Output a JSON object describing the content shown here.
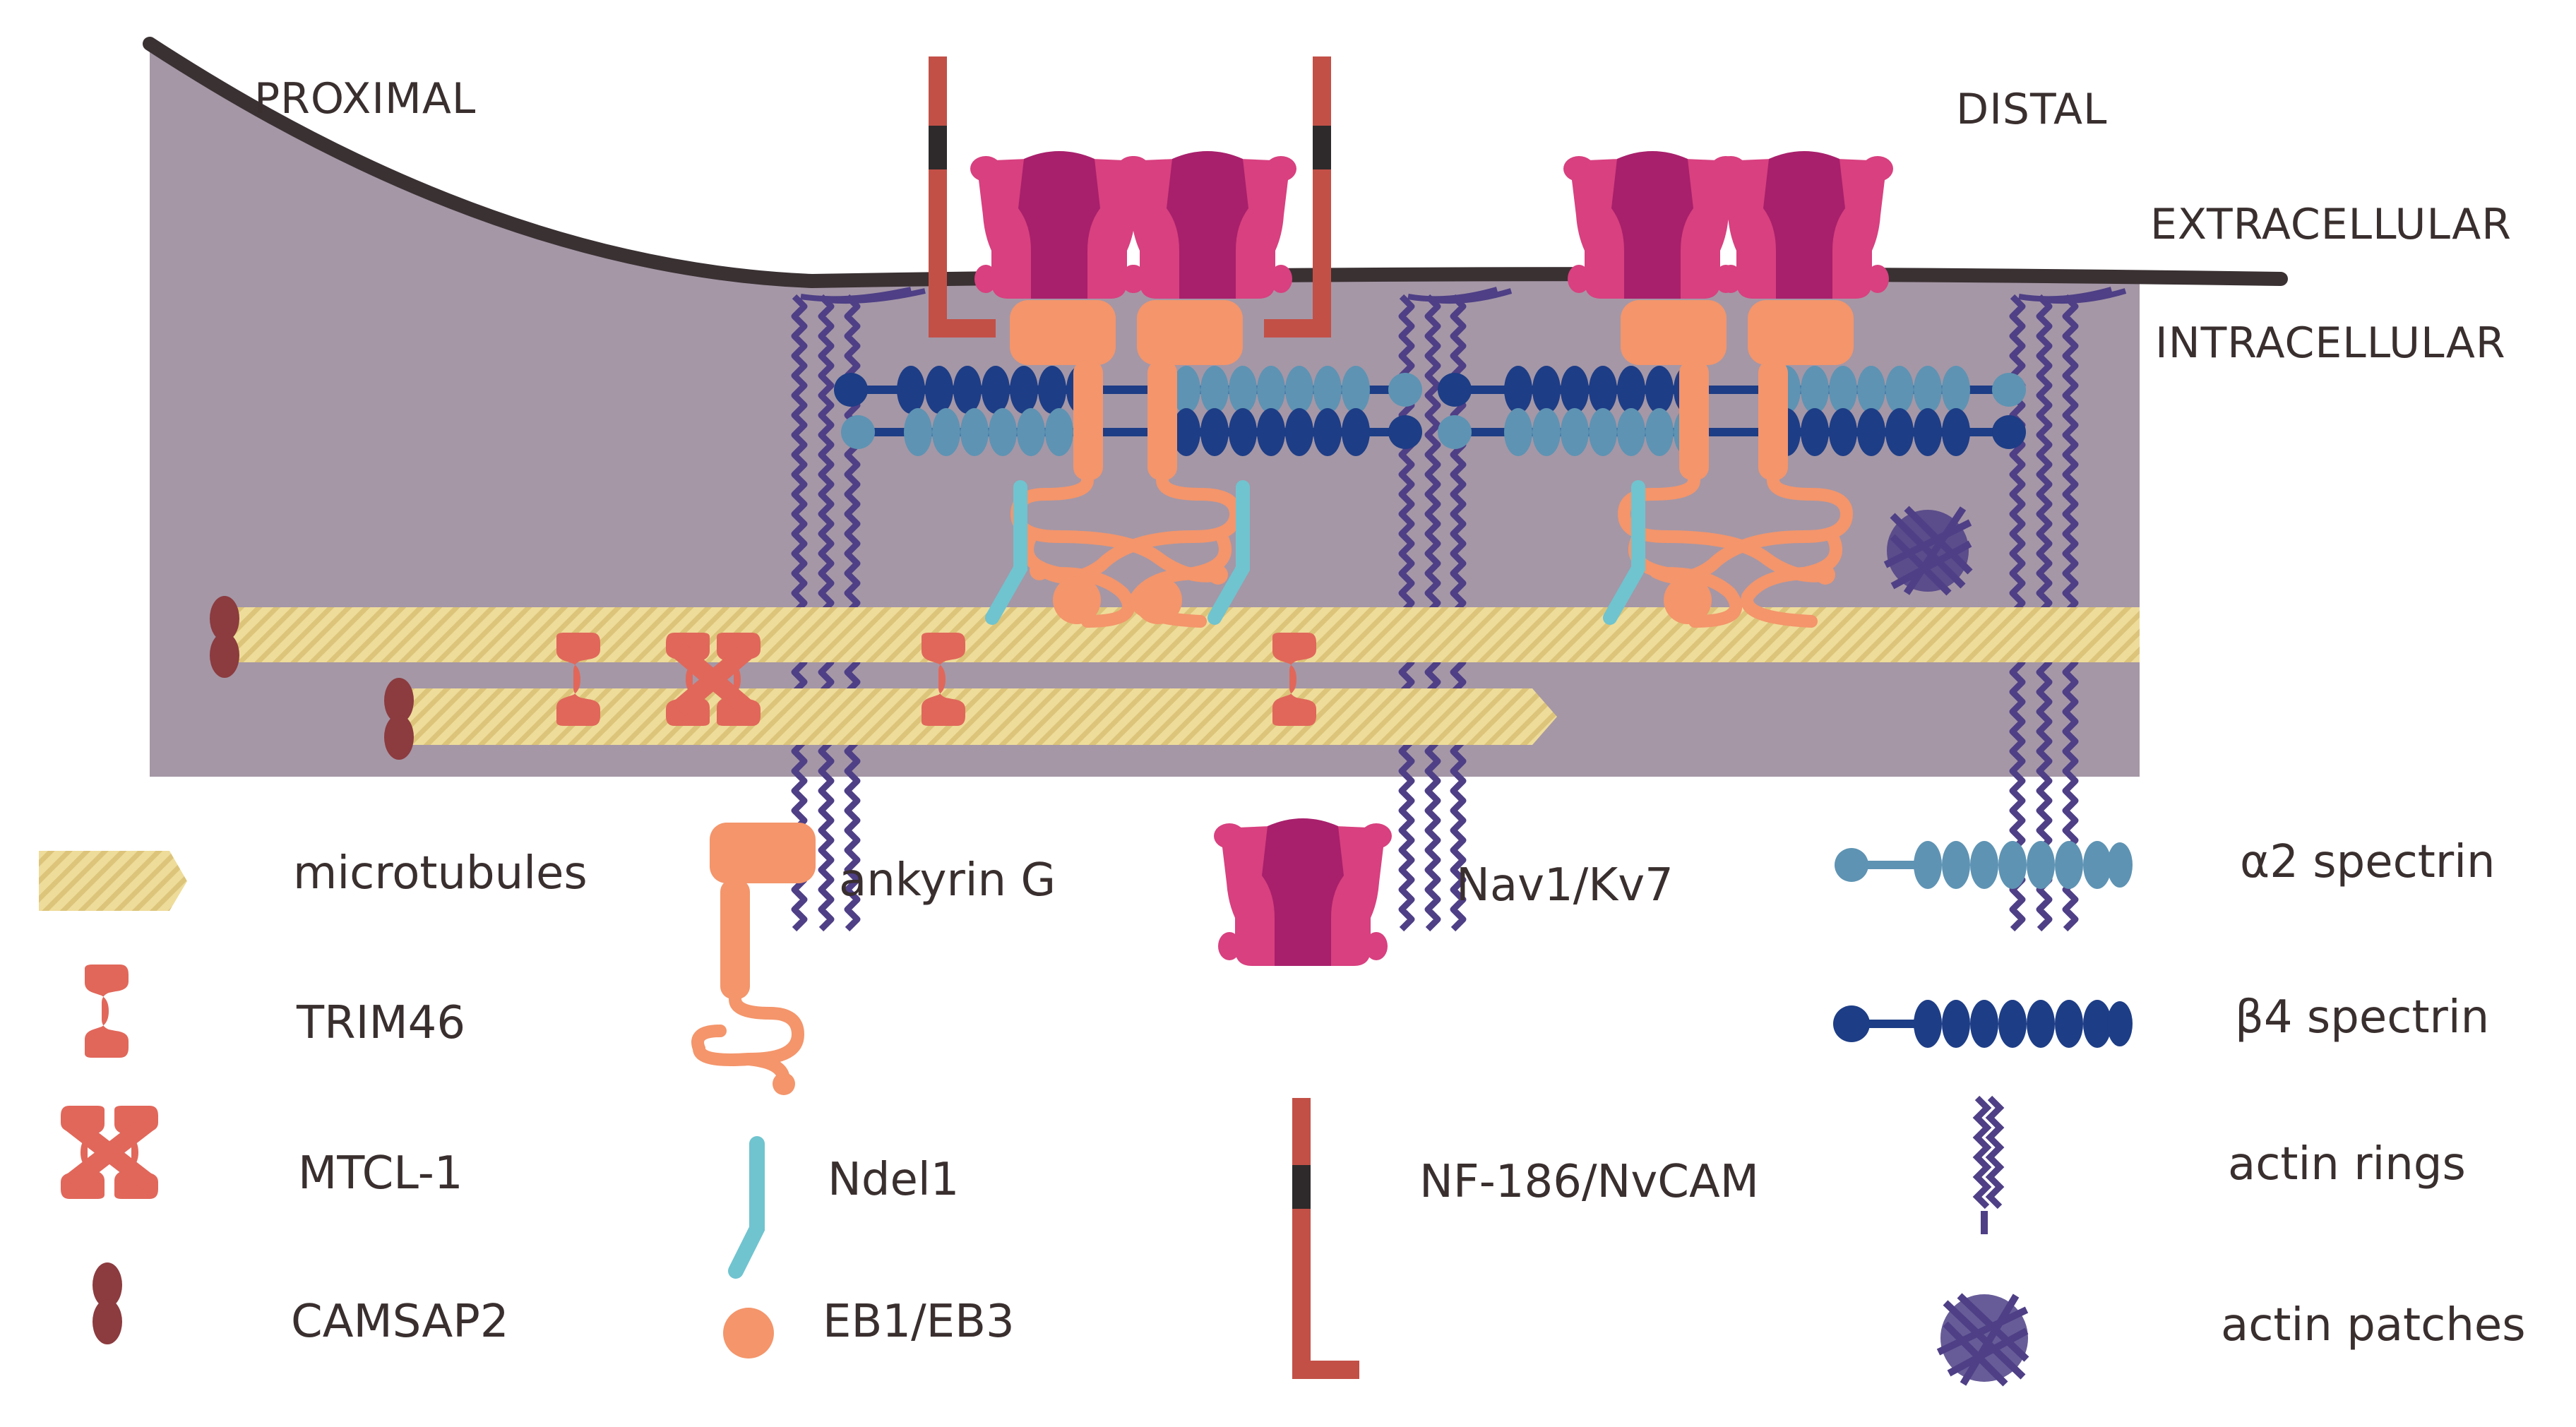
{
  "regions": {
    "proximal": "PROXIMAL",
    "distal": "DISTAL",
    "extracellular": "EXTRACELLULAR",
    "intracellular": "INTRACELLULAR"
  },
  "legend": {
    "microtubules": "microtubules",
    "trim46": "TRIM46",
    "mtcl1": "MTCL-1",
    "camsap2": "CAMSAP2",
    "ankyrin_g": "ankyrin G",
    "ndel1": "Ndel1",
    "eb1_eb3": "EB1/EB3",
    "nav_kv": "Nav1/Kv7",
    "nf186": "NF-186/NvCAM",
    "a2_spectrin": "α2 spectrin",
    "b4_spectrin": "β4 spectrin",
    "actin_rings": "actin rings",
    "actin_patches": "actin patches"
  },
  "colors": {
    "cytoplasm": "#a597a6",
    "membrane": "#3a3133",
    "microtubule": "#eedc9a",
    "microtubule_stripe": "#dcc47a",
    "trim46": "#e1675a",
    "camsap2": "#8c3b3f",
    "ankyrin": "#f4956b",
    "ndel1": "#6fc4cf",
    "eb": "#f4956b",
    "channel_outer": "#d8407f",
    "channel_inner": "#a8206c",
    "nf186": "#c25047",
    "nf186_band": "#2e2a2b",
    "a2_spectrin": "#5e93b3",
    "b4_spectrin": "#1d3d86",
    "actin": "#4e3f86"
  }
}
